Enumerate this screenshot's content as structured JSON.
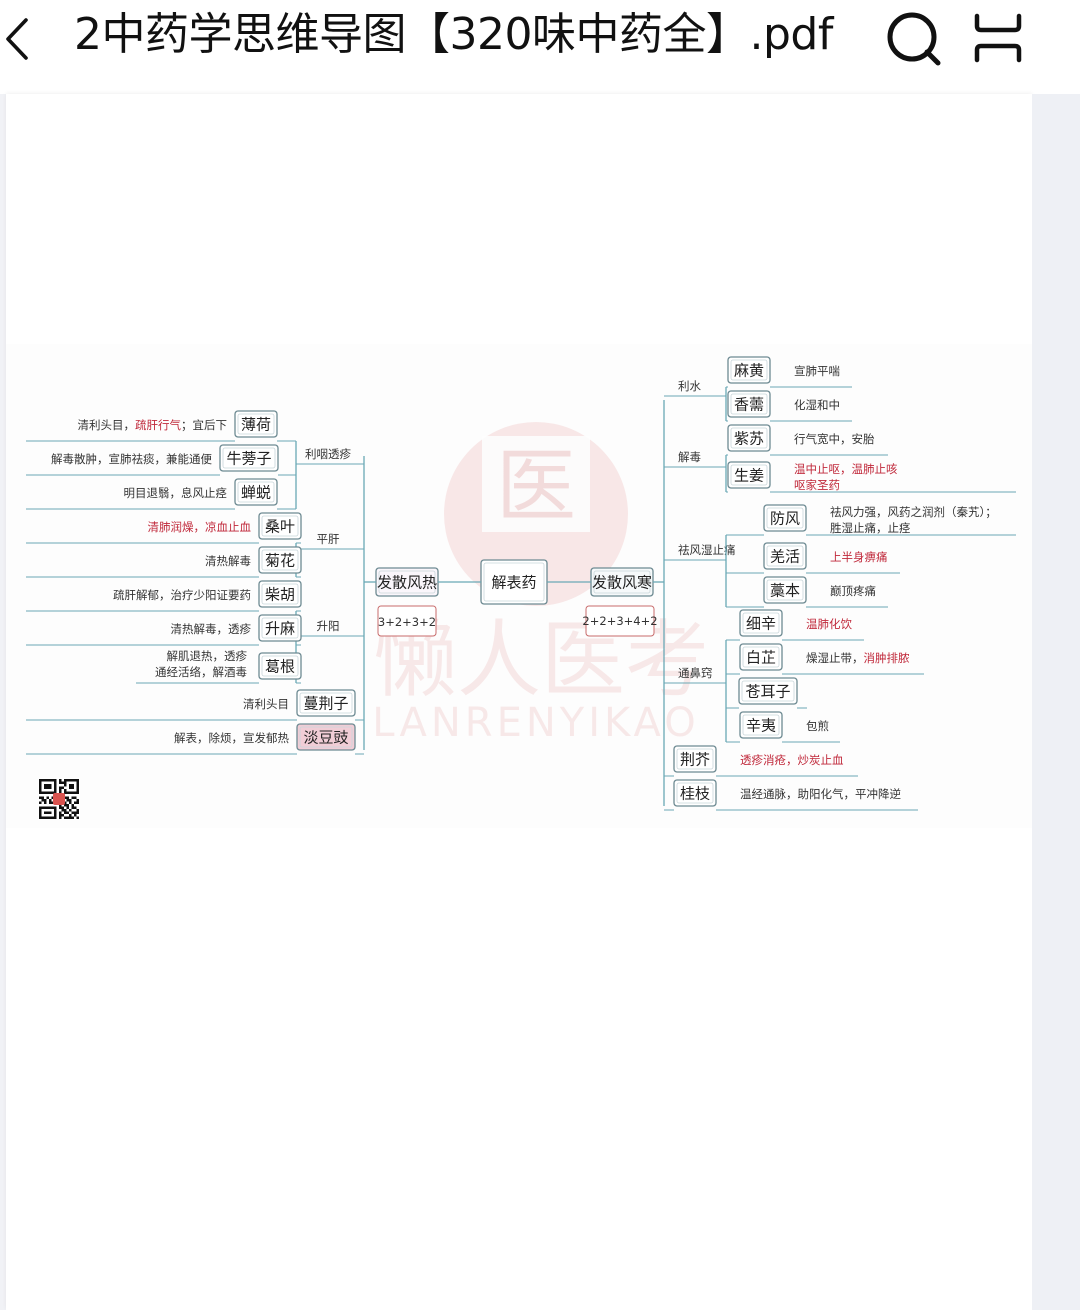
{
  "header": {
    "title": "2中药学思维导图【320味中药全】.pdf",
    "back_icon": "chevron-left-icon",
    "search_icon": "search-icon",
    "reader_icon": "reader-mode-icon"
  },
  "mindmap": {
    "center": "解表药",
    "watermark_text": "懒人医考",
    "watermark_sub": "LANRENYIKAO",
    "left": {
      "branch": "发散风热",
      "formula": "3+2+3+2",
      "groups": [
        {
          "label": "利咽透疹",
          "items": [
            {
              "name": "薄荷",
              "desc": [
                {
                  "t": "清利头目，"
                },
                {
                  "t": "疏肝行气",
                  "red": true
                },
                {
                  "t": "；宜后下"
                }
              ]
            },
            {
              "name": "牛蒡子",
              "desc": [
                {
                  "t": "解毒散肿，宣肺祛痰，兼能通便"
                }
              ]
            },
            {
              "name": "蝉蜕",
              "desc": [
                {
                  "t": "明目退翳，息风止痉"
                }
              ]
            }
          ]
        },
        {
          "label": "平肝",
          "items": [
            {
              "name": "桑叶",
              "desc": [
                {
                  "t": "清肺润燥，凉血止血",
                  "red": true
                }
              ]
            },
            {
              "name": "菊花",
              "desc": [
                {
                  "t": "清热解毒"
                }
              ]
            }
          ]
        },
        {
          "label": "升阳",
          "items": [
            {
              "name": "柴胡",
              "desc": [
                {
                  "t": "疏肝解郁，治疗少阳证要药"
                }
              ]
            },
            {
              "name": "升麻",
              "desc": [
                {
                  "t": "清热解毒，透疹"
                }
              ]
            },
            {
              "name": "葛根",
              "desc": [
                {
                  "t": "解肌退热，透疹"
                }
              ],
              "desc2": [
                {
                  "t": "通经活络，解酒毒"
                }
              ]
            }
          ]
        },
        {
          "label": "",
          "items": [
            {
              "name": "蔓荆子",
              "desc": [
                {
                  "t": "清利头目"
                }
              ]
            },
            {
              "name": "淡豆豉",
              "desc": [
                {
                  "t": "解表，除烦，宣发郁热"
                }
              ],
              "pink": true
            }
          ]
        }
      ]
    },
    "right": {
      "branch": "发散风寒",
      "formula": "2+2+3+4+2",
      "groups": [
        {
          "label": "利水",
          "items": [
            {
              "name": "麻黄",
              "desc": [
                {
                  "t": "宣肺平喘"
                }
              ]
            },
            {
              "name": "香薷",
              "desc": [
                {
                  "t": "化湿和中"
                }
              ]
            }
          ]
        },
        {
          "label": "解毒",
          "items": [
            {
              "name": "紫苏",
              "desc": [
                {
                  "t": "行气宽中，安胎"
                }
              ]
            },
            {
              "name": "生姜",
              "desc": [
                {
                  "t": "温中止呕，温肺止咳",
                  "red": true
                }
              ],
              "desc2": [
                {
                  "t": "呕家圣药",
                  "red": true
                }
              ]
            }
          ]
        },
        {
          "label": "祛风湿止痛",
          "items": [
            {
              "name": "防风",
              "desc": [
                {
                  "t": "祛风力强，风药之润剂（秦艽）；"
                }
              ],
              "desc2": [
                {
                  "t": "胜湿止痛，止痉"
                }
              ]
            },
            {
              "name": "羌活",
              "desc": [
                {
                  "t": "上半身痹痛",
                  "red": true
                }
              ]
            },
            {
              "name": "藁本",
              "desc": [
                {
                  "t": "巅顶疼痛"
                }
              ]
            }
          ]
        },
        {
          "label": "通鼻窍",
          "items": [
            {
              "name": "细辛",
              "desc": [
                {
                  "t": "温肺化饮",
                  "red": true
                }
              ]
            },
            {
              "name": "白芷",
              "desc": [
                {
                  "t": "燥湿止带，"
                },
                {
                  "t": "消肿排脓",
                  "red": true
                }
              ]
            },
            {
              "name": "苍耳子",
              "desc": []
            },
            {
              "name": "辛夷",
              "desc": [
                {
                  "t": "包煎"
                }
              ]
            }
          ]
        },
        {
          "label": "",
          "items": [
            {
              "name": "荆芥",
              "desc": [
                {
                  "t": "透疹消疮，炒炭止血",
                  "red": true
                }
              ]
            },
            {
              "name": "桂枝",
              "desc": [
                {
                  "t": "温经通脉，助阳化气，平冲降逆"
                }
              ]
            }
          ]
        }
      ]
    },
    "qr_code": "qr-code"
  }
}
